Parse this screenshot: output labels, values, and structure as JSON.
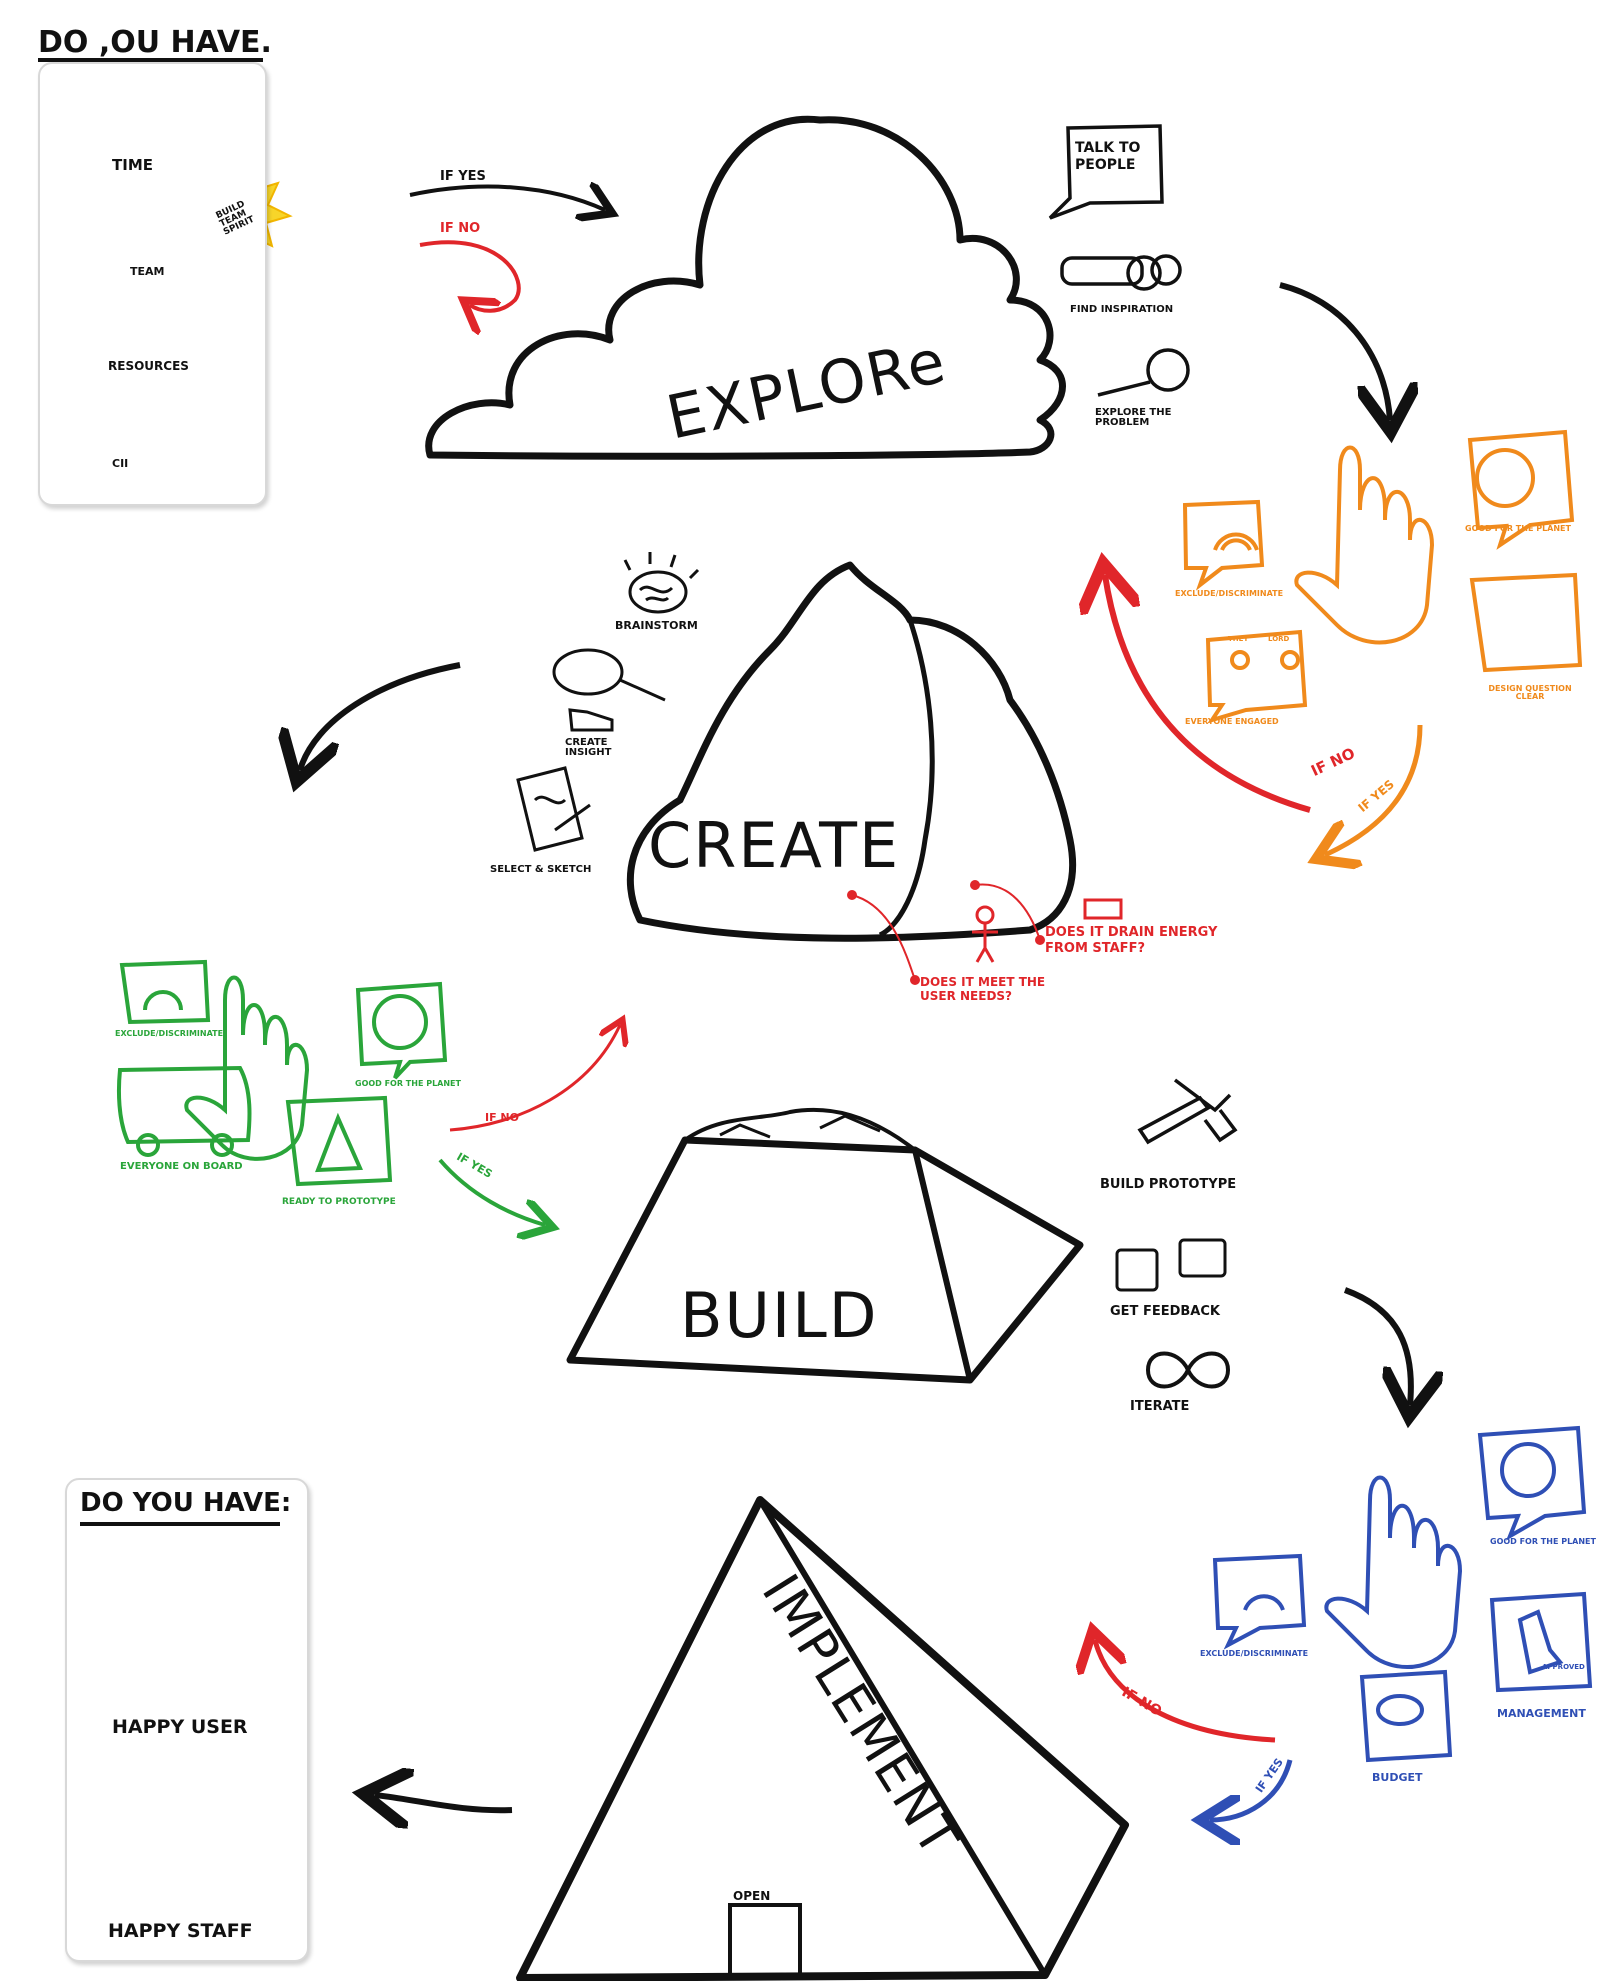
{
  "colors": {
    "ink": "#111111",
    "red": "#e0262a",
    "orange": "#f08a1c",
    "green": "#2aa53a",
    "blue": "#2f4fb5",
    "yellow": "#f7d52a"
  },
  "top_panel": {
    "title": "DO ,OU HAVE.",
    "items": [
      "TIME",
      "TEAM",
      "RESOURCES",
      "CII"
    ],
    "badge": "BUILD TEAM SPIRIT"
  },
  "explore": {
    "label": "EXPLORe",
    "if_yes": "IF YES",
    "if_no": "IF NO",
    "activities": [
      "TALK TO PEOPLE",
      "FIND INSPIRATION",
      "EXPLORE THE PROBLEM"
    ]
  },
  "explore_check": {
    "items": [
      "EXCLUDE/DISCRIMINATE",
      "GOOD FOR THE PLANET",
      "EVERYONE ENGAGED",
      "DESIGN QUESTION CLEAR"
    ],
    "if_no": "IF NO",
    "if_yes": "IF YES",
    "speech_small": [
      "THEY",
      "LORD"
    ]
  },
  "create": {
    "label": "CREATE",
    "activities": [
      "BRAINSTORM",
      "CREATE INSIGHT",
      "SELECT & SKETCH"
    ],
    "questions": [
      "DOES IT DRAIN ENERGY FROM STAFF?",
      "DOES IT MEET THE USER NEEDS?"
    ]
  },
  "create_check": {
    "items": [
      "EXCLUDE/DISCRIMINATE",
      "GOOD FOR THE PLANET",
      "EVERYONE ON BOARD",
      "READY TO PROTOTYPE"
    ],
    "if_no": "IF NO",
    "if_yes": "IF YES"
  },
  "build": {
    "label": "BUILD",
    "activities": [
      "BUILD PROTOTYPE",
      "GET FEEDBACK",
      "ITERATE"
    ]
  },
  "build_check": {
    "items": [
      "EXCLUDE/DISCRIMINATE",
      "GOOD FOR THE PLANET",
      "MANAGEMENT",
      "BUDGET"
    ],
    "stamp": "APPROVED",
    "if_no": "IF NO",
    "if_yes": "IF YES"
  },
  "implement": {
    "label": "IMPLEMENT",
    "door": "OPEN"
  },
  "bottom_panel": {
    "title": "DO YOU HAVE:",
    "items": [
      "HAPPY USER",
      "HAPPY STAFF"
    ]
  }
}
